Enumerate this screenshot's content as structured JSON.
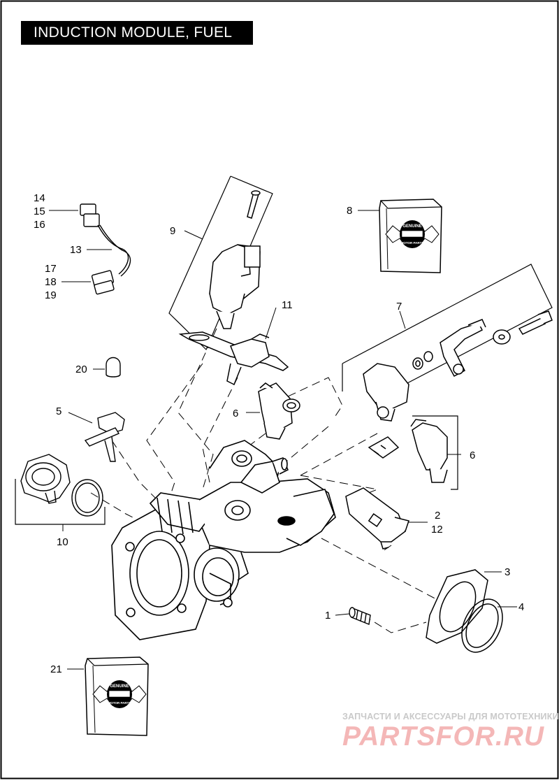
{
  "title": "INDUCTION MODULE, FUEL",
  "callouts": {
    "c1": "1",
    "c2": "2",
    "c3": "3",
    "c4": "4",
    "c5": "5",
    "c6a": "6",
    "c6b": "6",
    "c7": "7",
    "c8": "8",
    "c9": "9",
    "c10": "10",
    "c11": "11",
    "c12": "12",
    "c13": "13",
    "c14": "14",
    "c15": "15",
    "c16": "16",
    "c17": "17",
    "c18": "18",
    "c19": "19",
    "c20": "20",
    "c21": "21"
  },
  "badge": {
    "top": "GENUINE",
    "bottom": "MOTOR PARTS"
  },
  "watermark": {
    "line1": "ЗАПЧАСТИ И АКСЕССУАРЫ ДЛЯ МОТОТЕХНИКИ",
    "line2": "PARTSFOR.RU"
  }
}
